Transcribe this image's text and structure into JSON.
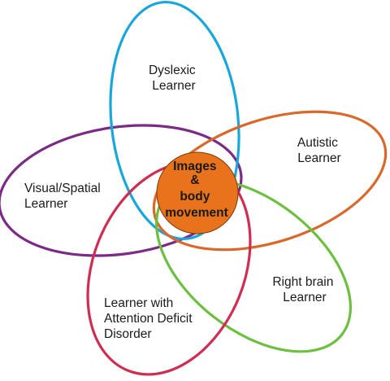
{
  "diagram": {
    "center": {
      "lines": [
        "Images",
        "&",
        "body",
        "movement"
      ],
      "fill_color": "#E8731C",
      "stroke_color": "#7a3a08"
    },
    "ellipses": [
      {
        "key": "dyslexic",
        "lines": [
          "Dyslexic",
          "Learner"
        ],
        "color": "#1AA6DB"
      },
      {
        "key": "autistic",
        "lines": [
          "Autistic",
          "Learner"
        ],
        "color": "#D8692A"
      },
      {
        "key": "visual-spatial",
        "lines": [
          "Visual/Spatial",
          "Learner"
        ],
        "color": "#7B2A85"
      },
      {
        "key": "right-brain",
        "lines": [
          "Right brain",
          "Learner"
        ],
        "color": "#6CBF3F"
      },
      {
        "key": "attention-deficit",
        "lines": [
          "Learner with",
          "Attention Deficit",
          "Disorder"
        ],
        "color": "#CE2E52"
      }
    ]
  }
}
